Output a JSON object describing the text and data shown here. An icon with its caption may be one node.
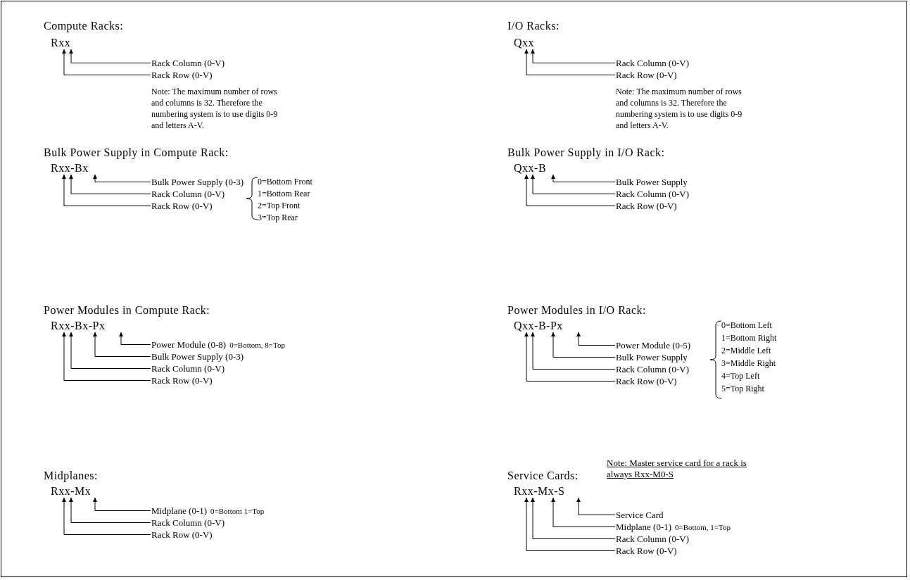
{
  "diagram": {
    "nodes": [
      {
        "text": [
          "Rxx"
        ]
      },
      {
        "text": [
          "Rack Column (0-V)"
        ]
      },
      {
        "text": [
          "Rack Row (0-V)"
        ]
      },
      {
        "text": [
          "Qxx"
        ]
      },
      {
        "text": [
          "Rack Column (0-V)"
        ]
      },
      {
        "text": [
          "Rack Row (0-V)"
        ]
      },
      {
        "text": [
          "Rxx-Bx"
        ]
      },
      {
        "text": [
          "Bulk Power Supply (0-3)"
        ]
      },
      {
        "text": [
          "Rack Column (0-V)"
        ]
      },
      {
        "text": [
          "Rack Row (0-V)"
        ]
      },
      {
        "text": [
          "Qxx-B"
        ]
      },
      {
        "text": [
          "Bulk Power Supply"
        ]
      },
      {
        "text": [
          "Rack Column (0-V)"
        ]
      },
      {
        "text": [
          "Rack Row (0-V)"
        ]
      },
      {
        "text": [
          "Rxx-Bx-Px"
        ]
      },
      {
        "text": [
          "Power Module (0-8)"
        ],
        "beside": [
          "0=Bottom, 8=Top"
        ]
      },
      {
        "text": [
          "Bulk Power Supply (0-3)"
        ]
      },
      {
        "text": [
          "Rack Column (0-V)"
        ]
      },
      {
        "text": [
          "Rack Row (0-V)"
        ]
      },
      {
        "text": [
          "Qxx-B-Px"
        ]
      },
      {
        "text": [
          "Power Module (0-5)"
        ]
      },
      {
        "text": [
          "Bulk Power Supply"
        ]
      },
      {
        "text": [
          "Rack Column (0-V)"
        ]
      },
      {
        "text": [
          "Rack Row (0-V)"
        ]
      },
      {
        "text": [
          "Rxx-Mx"
        ]
      },
      {
        "text": [
          "Midplane (0-1)"
        ],
        "beside": [
          "0=Bottom 1=Top"
        ]
      },
      {
        "text": [
          "Rack Column (0-V)"
        ]
      },
      {
        "text": [
          "Rack Row (0-V)"
        ]
      },
      {
        "text": [
          "Rxx-Mx-S"
        ]
      },
      {
        "text": [
          "Service Card"
        ]
      },
      {
        "text": [
          "Midplane (0-1)"
        ],
        "beside": [
          "0=Bottom, 1=Top"
        ]
      },
      {
        "text": [
          "Rack Column (0-V)"
        ]
      },
      {
        "text": [
          "Rack Row (0-V)"
        ]
      }
    ],
    "edges": [
      {
        "from": 1,
        "to": 0,
        "arrow": "to"
      },
      {
        "from": 2,
        "to": 0,
        "arrow": "to"
      },
      {
        "from": 4,
        "to": 3,
        "arrow": "to"
      },
      {
        "from": 5,
        "to": 3,
        "arrow": "to"
      },
      {
        "from": 7,
        "to": 6,
        "arrow": "to"
      },
      {
        "from": 8,
        "to": 6,
        "arrow": "to"
      },
      {
        "from": 9,
        "to": 6,
        "arrow": "to"
      },
      {
        "from": 11,
        "to": 10,
        "arrow": "to"
      },
      {
        "from": 12,
        "to": 10,
        "arrow": "to"
      },
      {
        "from": 13,
        "to": 10,
        "arrow": "to"
      },
      {
        "from": 15,
        "to": 14,
        "arrow": "to"
      },
      {
        "from": 16,
        "to": 14,
        "arrow": "to"
      },
      {
        "from": 17,
        "to": 14,
        "arrow": "to"
      },
      {
        "from": 18,
        "to": 14,
        "arrow": "to"
      },
      {
        "from": 20,
        "to": 19,
        "arrow": "to"
      },
      {
        "from": 21,
        "to": 19,
        "arrow": "to"
      },
      {
        "from": 22,
        "to": 19,
        "arrow": "to"
      },
      {
        "from": 23,
        "to": 19,
        "arrow": "to"
      },
      {
        "from": 25,
        "to": 24,
        "arrow": "to"
      },
      {
        "from": 26,
        "to": 24,
        "arrow": "to"
      },
      {
        "from": 27,
        "to": 24,
        "arrow": "to"
      },
      {
        "from": 29,
        "to": 28,
        "arrow": "to"
      },
      {
        "from": 30,
        "to": 28,
        "arrow": "to"
      },
      {
        "from": 31,
        "to": 28,
        "arrow": "to"
      },
      {
        "from": 32,
        "to": 28,
        "arrow": "to"
      }
    ],
    "labels": [
      "Compute Racks:",
      "Note: The maximum number of rows and columns is 32. Therefore the numbering system is to use digits 0-9 and letters A-V.",
      "I/O Racks:",
      "Note: The maximum number of rows and columns is 32. Therefore the numbering system is to use digits 0-9 and letters A-V.",
      "Bulk Power Supply in Compute Rack:",
      "0=Bottom Front",
      "1=Bottom Rear",
      "2=Top Front",
      "3=Top Rear",
      "Bulk Power Supply in I/O Rack:",
      "Power Modules in Compute Rack:",
      "Power Modules in I/O Rack:",
      "0=Bottom Left",
      "1=Bottom Right",
      "2=Middle Left",
      "3=Middle Right",
      "4=Top Left",
      "5=Top Right",
      "Midplanes:",
      "Service Cards:",
      "Note: Master service card for a rack is always Rxx-M0-S"
    ]
  }
}
